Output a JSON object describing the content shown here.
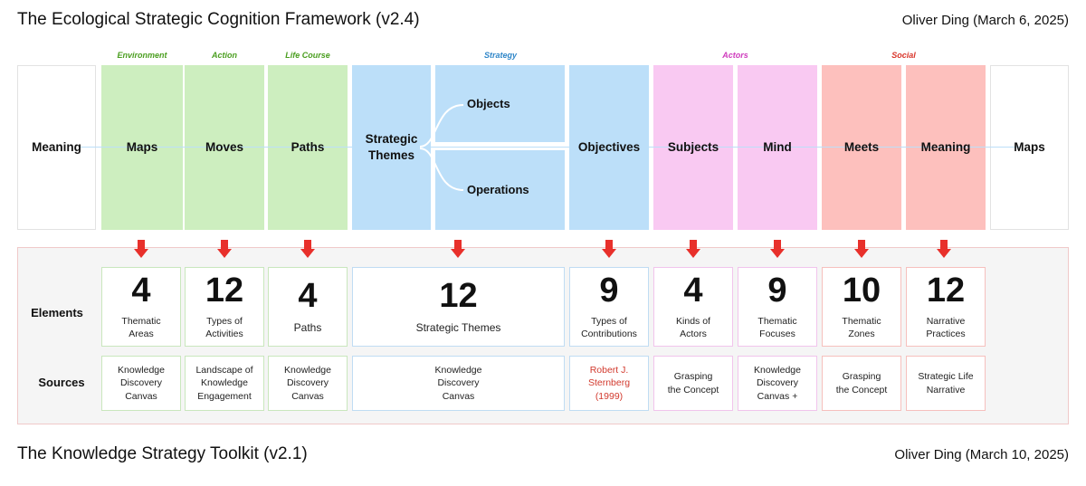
{
  "header": {
    "title": "The Ecological Strategic Cognition Framework (v2.4)",
    "author": "Oliver Ding (March 6, 2025)"
  },
  "footer": {
    "title": "The Knowledge Strategy Toolkit (v2.1)",
    "author": "Oliver Ding (March 10, 2025)"
  },
  "categories": {
    "environment": "Environment",
    "action": "Action",
    "life_course": "Life Course",
    "strategy": "Strategy",
    "actors": "Actors",
    "social": "Social"
  },
  "columns": {
    "meaning_left": "Meaning",
    "maps": "Maps",
    "moves": "Moves",
    "paths": "Paths",
    "strategic_themes": "Strategic Themes",
    "objects": "Objects",
    "operations": "Operations",
    "objectives": "Objectives",
    "subjects": "Subjects",
    "mind": "Mind",
    "meets": "Meets",
    "meaning": "Meaning",
    "maps_right": "Maps"
  },
  "row_labels": {
    "elements": "Elements",
    "sources": "Sources"
  },
  "elements": {
    "maps": {
      "number": "4",
      "label": "Thematic Areas"
    },
    "moves": {
      "number": "12",
      "label": "Types of Activities"
    },
    "paths": {
      "number": "4",
      "label": "Paths"
    },
    "strategy": {
      "number": "12",
      "label": "Strategic Themes"
    },
    "objectives": {
      "number": "9",
      "label": "Types of Contributions"
    },
    "subjects": {
      "number": "4",
      "label": "Kinds of Actors"
    },
    "mind": {
      "number": "9",
      "label": "Thematic Focuses"
    },
    "meets": {
      "number": "10",
      "label": "Thematic Zones"
    },
    "meaning": {
      "number": "12",
      "label": "Narrative Practices"
    }
  },
  "sources": {
    "maps": "Knowledge Discovery Canvas",
    "moves": "Landscape of Knowledge Engagement",
    "paths": "Knowledge Discovery Canvas",
    "strategy": "Knowledge Discovery Canvas",
    "objectives": "Robert J. Sternberg (1999)",
    "subjects": "Grasping the Concept",
    "mind": "Knowledge Discovery Canvas +",
    "meets": "Grasping the Concept",
    "meaning": "Strategic Life Narrative"
  },
  "colors": {
    "green": "#cdeebf",
    "blue": "#bcdff9",
    "pink": "#f9c9f2",
    "red": "#fdc0bd",
    "arrow": "#e8302b",
    "cat_green": "#4a9e1f",
    "cat_blue": "#2f86c8",
    "cat_pink": "#cf3bbd",
    "cat_red": "#d9352a",
    "source_red": "#d23a2e"
  }
}
